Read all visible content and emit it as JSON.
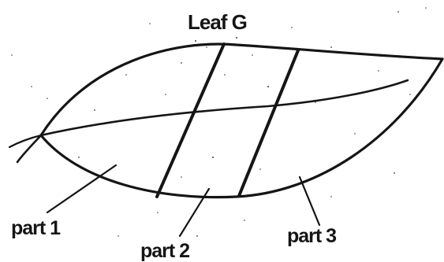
{
  "diagram": {
    "title": "Leaf G",
    "labels": {
      "part1": "part 1",
      "part2": "part 2",
      "part3": "part 3"
    },
    "colors": {
      "ink": "#151515",
      "background": "#ffffff"
    }
  }
}
